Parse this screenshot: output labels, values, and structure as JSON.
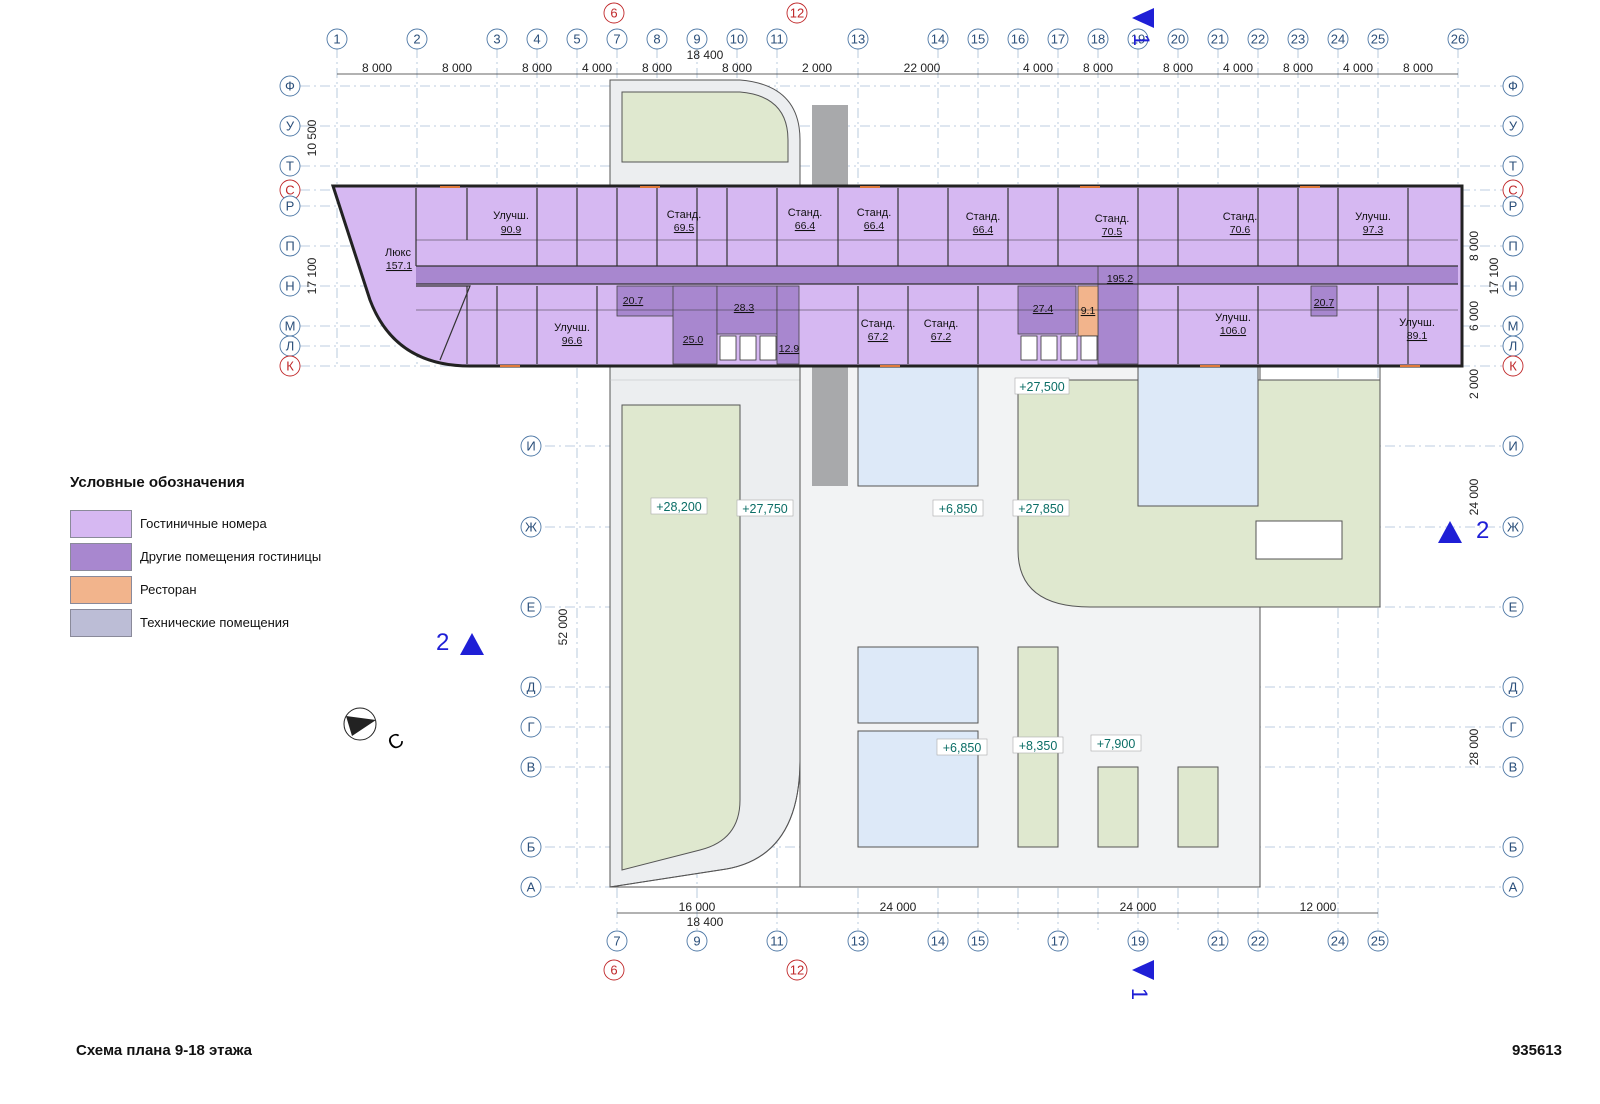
{
  "legend": {
    "title": "Условные обозначения",
    "items": [
      {
        "label": "Гостиничные номера",
        "color": "#d6b8f2"
      },
      {
        "label": "Другие помещения гостиницы",
        "color": "#a887cf"
      },
      {
        "label": "Ресторан",
        "color": "#f2b48c"
      },
      {
        "label": "Технические помещения",
        "color": "#bcbdd6"
      }
    ]
  },
  "footer": {
    "title": "Схема плана 9-18 этажа",
    "sheet": "935613"
  },
  "axes_top": [
    "1",
    "2",
    "3",
    "4",
    "5",
    "7",
    "8",
    "9",
    "10",
    "11",
    "13",
    "14",
    "15",
    "16",
    "17",
    "18",
    "19",
    "20",
    "21",
    "22",
    "23",
    "24",
    "25",
    "26"
  ],
  "axes_top_red": [
    "6",
    "12"
  ],
  "axes_bottom": [
    "7",
    "9",
    "11",
    "13",
    "14",
    "15",
    "17",
    "19",
    "21",
    "22",
    "24",
    "25"
  ],
  "axes_bottom_red": [
    "6",
    "12"
  ],
  "axes_rows_left": [
    "Ф",
    "У",
    "Т",
    "С",
    "Р",
    "П",
    "Н",
    "М",
    "Л",
    "К"
  ],
  "axes_rows_lower": [
    "И",
    "Ж",
    "Е",
    "Д",
    "Г",
    "В",
    "Б",
    "А"
  ],
  "dims_top": [
    "8 000",
    "8 000",
    "8 000",
    "4 000",
    "8 000",
    "8 000",
    "2 000",
    "22 000",
    "4 000",
    "8 000",
    "8 000",
    "4 000",
    "8 000",
    "4 000",
    "8 000"
  ],
  "dim_top_extra": "18 400",
  "dims_bottom": [
    "16 000",
    "24 000",
    "24 000",
    "12 000"
  ],
  "dim_bottom_extra": "18 400",
  "dims_left": [
    "10 500",
    "17 100",
    "52 000"
  ],
  "dims_right": [
    "8 000",
    "6 000",
    "17 100",
    "2 000",
    "24 000",
    "28 000"
  ],
  "rooms_top": [
    {
      "name": "Улучш.",
      "area": "90.9"
    },
    {
      "name": "Станд.",
      "area": "69.5"
    },
    {
      "name": "Станд.",
      "area": "66.4"
    },
    {
      "name": "Станд.",
      "area": "66.4"
    },
    {
      "name": "Станд.",
      "area": "66.4"
    },
    {
      "name": "Станд.",
      "area": "70.5"
    },
    {
      "name": "Станд.",
      "area": "70.6"
    },
    {
      "name": "Улучш.",
      "area": "97.3"
    }
  ],
  "rooms_bottom": [
    {
      "name": "Люкс",
      "area": "157.1"
    },
    {
      "name": "Улучш.",
      "area": "96.6"
    },
    {
      "name": "Станд.",
      "area": "67.2"
    },
    {
      "name": "Станд.",
      "area": "67.2"
    },
    {
      "name": "Улучш.",
      "area": "106.0"
    },
    {
      "name": "Улучш.",
      "area": "89.1"
    }
  ],
  "other_areas": [
    "20.7",
    "28.3",
    "25.0",
    "12.9",
    "27.4",
    "9.1",
    "195.2",
    "20.7"
  ],
  "elevations": [
    "+27,500",
    "+28,200",
    "+27,750",
    "+6,850",
    "+27,850",
    "+6,850",
    "+8,350",
    "+7,900"
  ],
  "section_marks": [
    "1",
    "2",
    "2",
    "1"
  ],
  "north_label": "С"
}
